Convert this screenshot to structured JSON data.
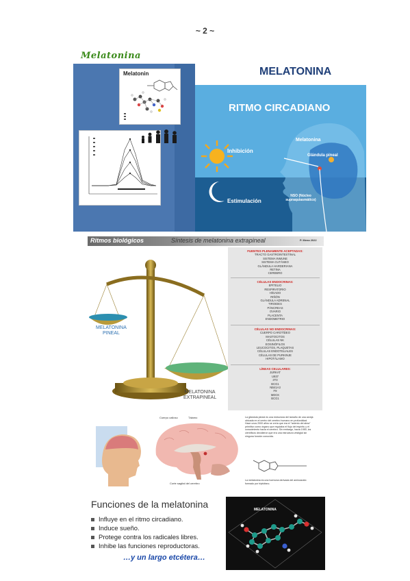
{
  "page": {
    "number": "~ 2 ~",
    "title": "Melatonina"
  },
  "panel1": {
    "title": "MELATONINA",
    "subtitle": "RITMO CIRCADIANO",
    "molecule_title": "Melatonin",
    "label_inhibicion": "Inhibición",
    "label_estimulacion": "Estimulación",
    "label_melatonina": "Melatonina",
    "label_glandula": "Glándula pineal",
    "label_nso": "NSO (Núcleo supraquiasmático)",
    "icons": [
      "sun-icon",
      "moon-icon",
      "family-icon"
    ]
  },
  "panel2": {
    "header_title": "Ritmos biológicos",
    "header_subtitle": "Síntesis de melatonina extrapineal",
    "author": "P. Mena 2022",
    "label_pineal": [
      "MELATONINA",
      "PINEAL"
    ],
    "label_extrapineal": [
      "MELATONINA",
      "EXTRAPINEAL"
    ],
    "groups": [
      {
        "title": "FUENTES PLENAMENTE ACEPTADAS:",
        "items": [
          "TRACTO GASTROINTESTINAL",
          "SISTEMA INMUNE",
          "SISTEMA CUTÁNEO",
          "GLÁNDULA HARDERIANA",
          "RETINA",
          "CEREBRO"
        ]
      },
      {
        "title": "CÉLULAS ENDOCRINAS:",
        "items": [
          "EPITELIO",
          "RESPIRATORIO",
          "HÍGADO",
          "RIÑÓN",
          "GLÁNDULA ADRENAL",
          "TIROIDES",
          "PÁNCREAS",
          "OVARIO",
          "PLACENTA",
          "ENDOMETRIO"
        ]
      },
      {
        "title": "CÉLULAS NO ENDOCRINAS:",
        "items": [
          "CUERPO CAROTÍDEO",
          "MASTOCITOS",
          "CÉLULAS NK",
          "EOSINÓFILOS",
          "LEUCOCITOS, PLAQUETAS",
          "CÉLULAS ENDOTELIALES",
          "CÉLULAS DE PURKINJE",
          "HIPOTÁLAMO"
        ]
      },
      {
        "title": "LÍNEAS CELULARES:",
        "items": [
          "JURKAT",
          "U937",
          "3T3",
          "BCG1",
          "NB41A3",
          "F9",
          "MDCK",
          "BCG1"
        ]
      }
    ]
  },
  "panel3": {
    "label_cuerpo": "Cuerpo calloso",
    "label_talamo": "Tálamo",
    "label_corte": "Corte sagital del cerebro",
    "text_top": "La glándula pineal es una estructura del tamaño de una arveja ubicada en el centro del cerebro humano en profundidad. Hace unos 2000 años se creía que era el \"asiento del alma\" primitivo como órgano que regulaba el flujo del espíritu y el conocimiento hacia el cerebro. Sin embargo, hacia 1950, los científicos decidieron que era una estructura vestigial sin ninguna función conocida.",
    "text_bottom": "La melatonina es una hormona derivada del aminoácido formado por triptófano."
  },
  "panel4": {
    "title": "Funciones de la melatonina",
    "items": [
      "Influye en el ritmo circadiano.",
      "Induce sueño.",
      "Protege contra los radicales libres.",
      "Inhibe las funciones reproductoras."
    ],
    "more": "…y un largo etcétera…",
    "molecule_panel_title": "MELATONINA"
  }
}
